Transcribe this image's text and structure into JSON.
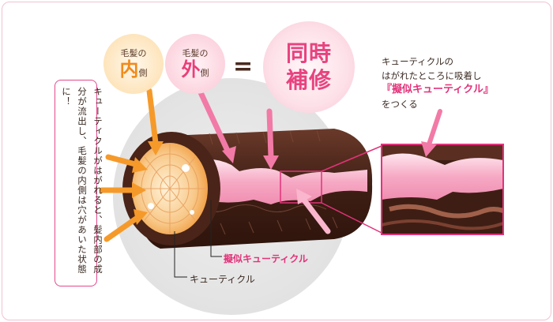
{
  "inner": {
    "top": "毛髪の",
    "main": "内",
    "suffix": "側"
  },
  "outer": {
    "top": "毛髪の",
    "main": "外",
    "suffix": "側"
  },
  "equals": "=",
  "result": {
    "line1": "同時",
    "line2": "補修"
  },
  "note": {
    "line1": "キューティクルの",
    "line2": "はがれたところに吸着し",
    "emphasis": "『擬似キューティクル』",
    "line4": "をつくる"
  },
  "side_text": "キューティクルがはがれると、髪内部の成分が流出し、毛髪の内側は穴があいた状態に！",
  "labels": {
    "pseudo_cuticle": "擬似キューティクル",
    "cuticle": "キューティクル"
  },
  "colors": {
    "pink": "#e2337a",
    "orange": "#f08a1c",
    "brown": "#4a2418",
    "frame": "#f1c2d2"
  }
}
